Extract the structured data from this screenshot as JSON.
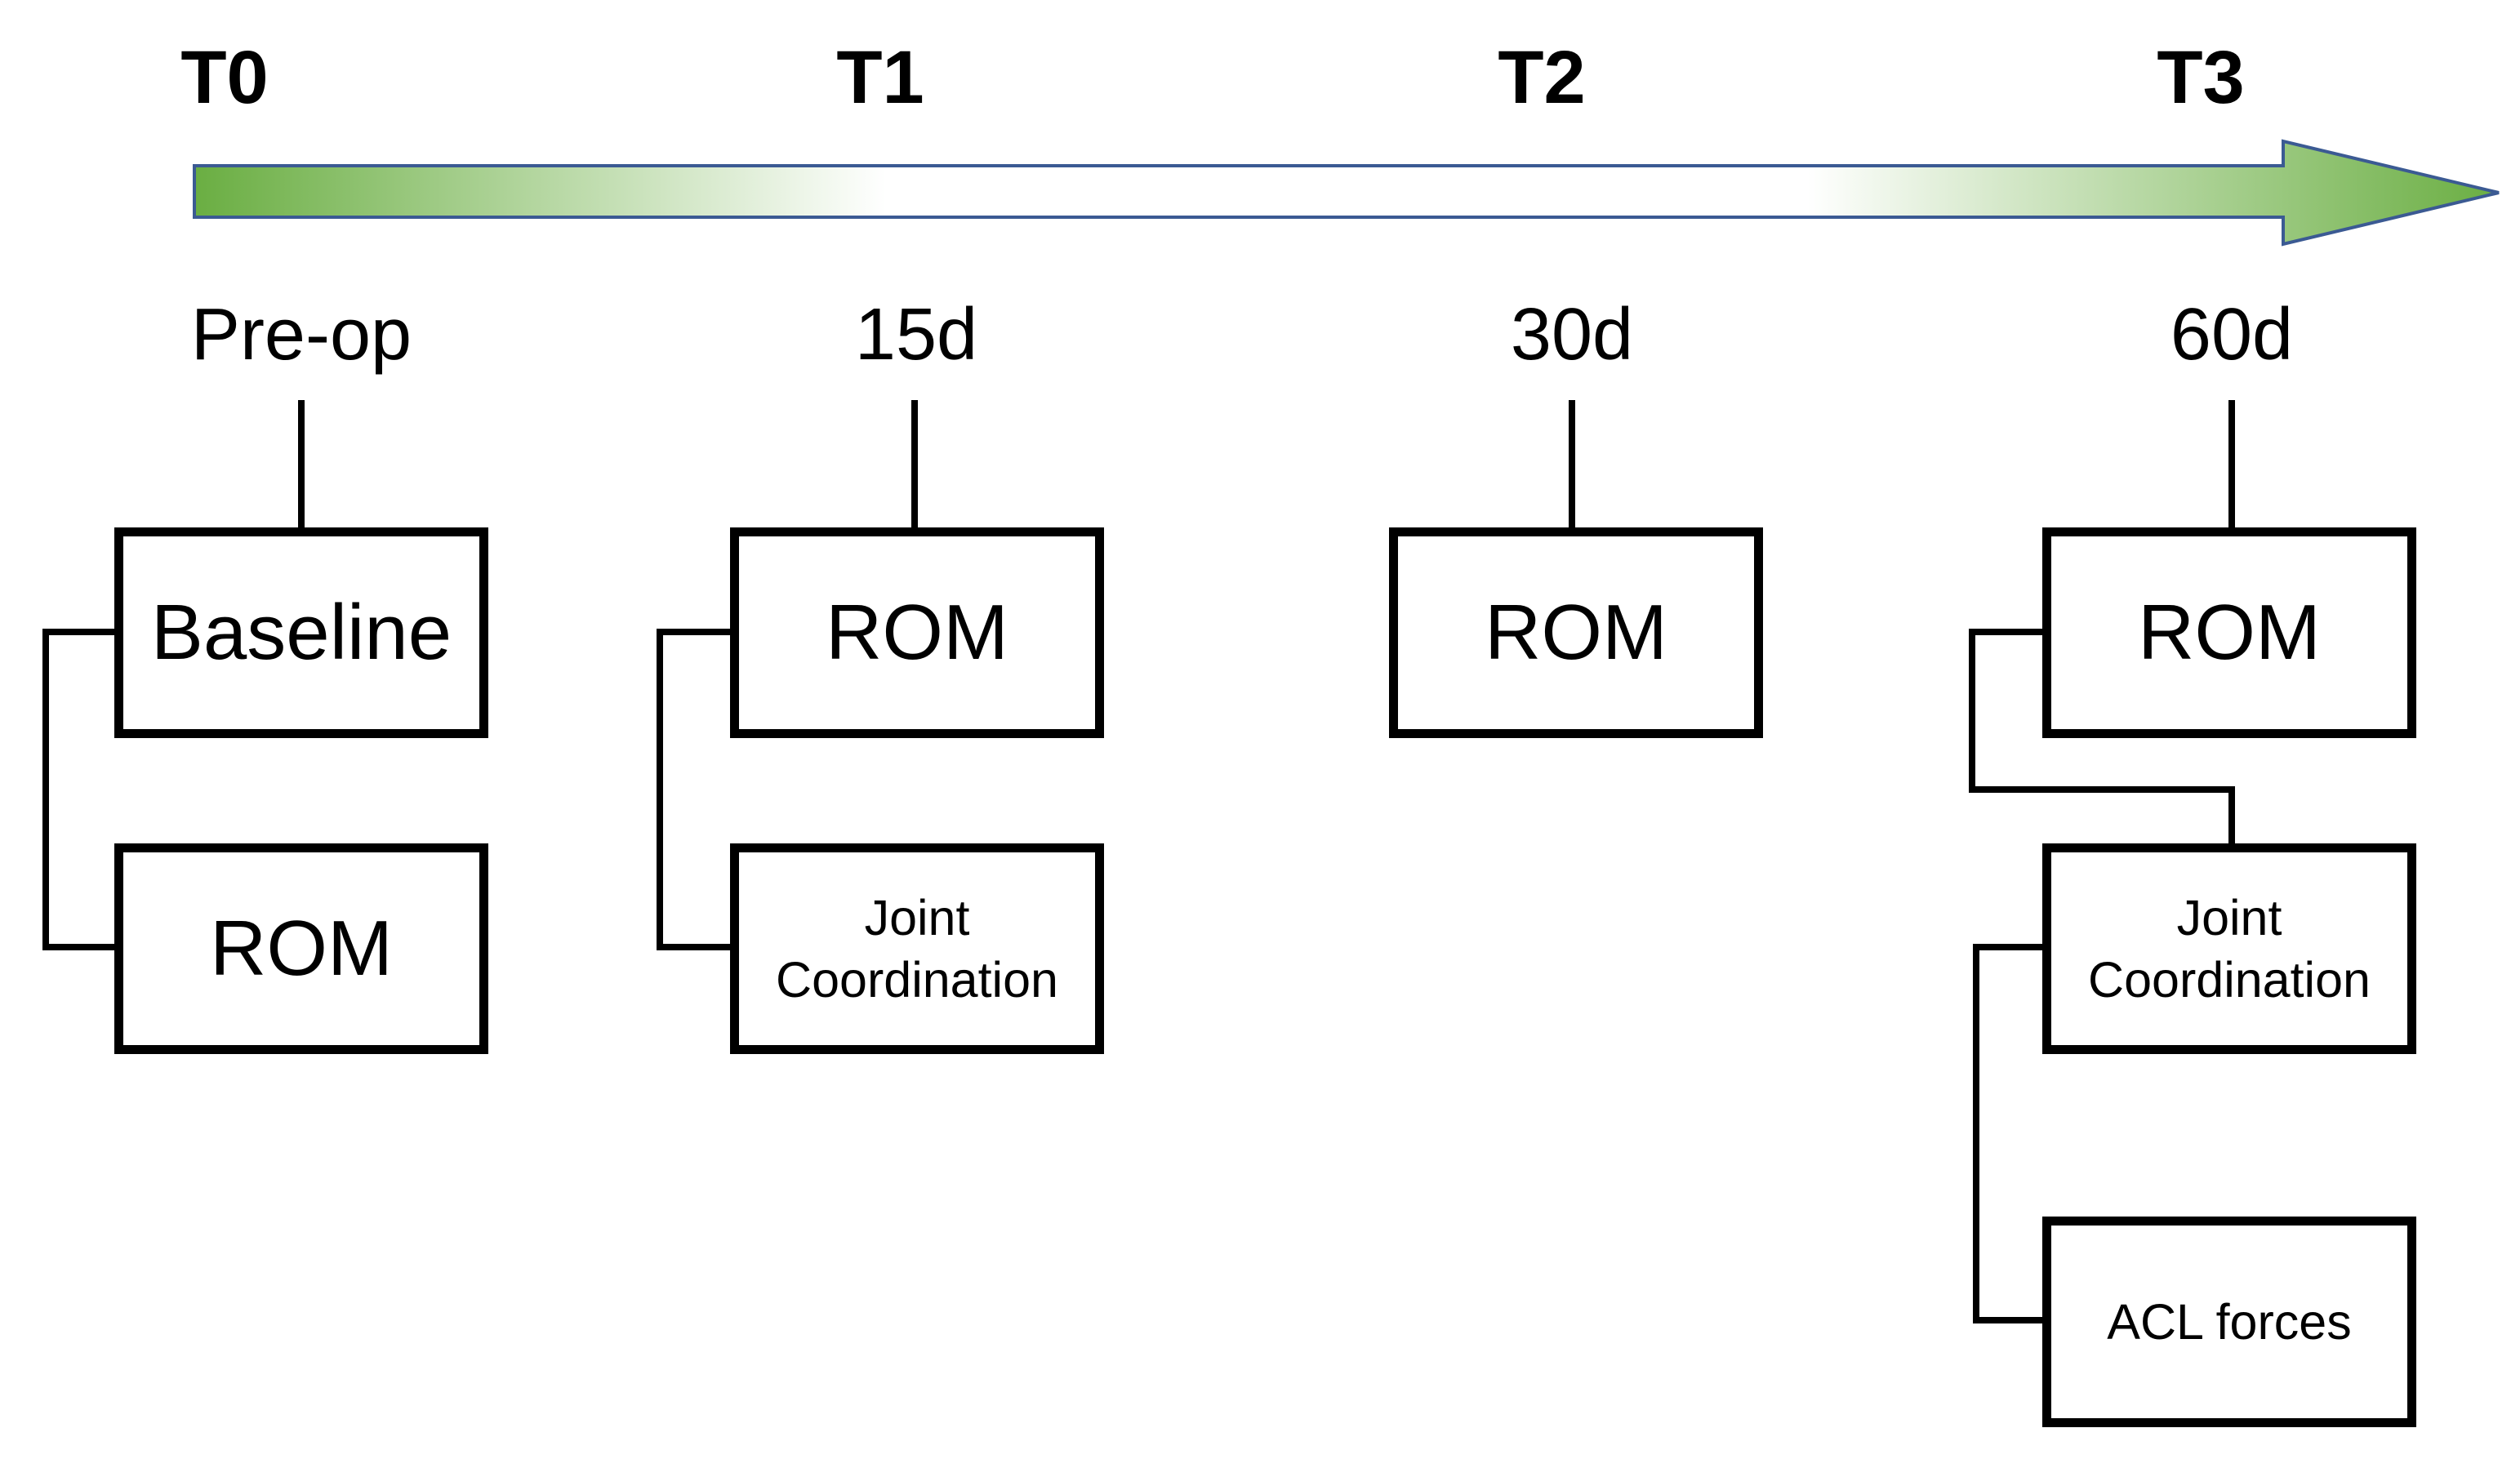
{
  "colors": {
    "arrow_gradient_edge": "#6aae42",
    "arrow_gradient_center": "#ffffff",
    "arrow_outline": "#3b5a93",
    "box_border": "#000000"
  },
  "timeline": {
    "phases": [
      "T0",
      "T1",
      "T2",
      "T3"
    ],
    "times": [
      "Pre-op",
      "15d",
      "30d",
      "60d"
    ]
  },
  "assessments": {
    "t0_baseline": "Baseline",
    "t0_rom": "ROM",
    "t1_rom": "ROM",
    "t1_joint": "Joint Coordination",
    "t2_rom": "ROM",
    "t3_rom": "ROM",
    "t3_joint": "Joint Coordination",
    "t3_acl": "ACL forces"
  }
}
